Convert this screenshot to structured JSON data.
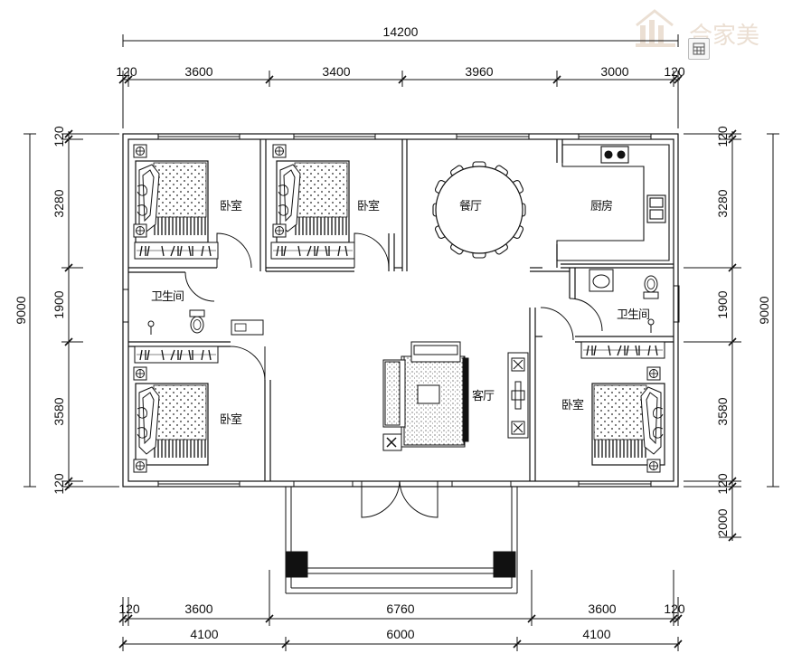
{
  "watermark": {
    "text": "合家美"
  },
  "dimensions": {
    "top_total": "14200",
    "top": [
      "120",
      "3600",
      "3400",
      "3960",
      "3000",
      "120"
    ],
    "bottom_row1": [
      "120",
      "3600",
      "6760",
      "3600",
      "120"
    ],
    "bottom_row2": [
      "4100",
      "6000",
      "4100"
    ],
    "left": [
      "120",
      "3280",
      "1900",
      "3580",
      "120"
    ],
    "left_total": "9000",
    "right": [
      "120",
      "3280",
      "1900",
      "3580",
      "120",
      "2000"
    ],
    "right_total": "9000"
  },
  "rooms": {
    "bedroom_tl": "卧室",
    "bedroom_tm": "卧室",
    "bedroom_bl": "卧室",
    "bedroom_br": "卧室",
    "dining": "餐厅",
    "kitchen": "厨房",
    "bathroom_l": "卫生间",
    "bathroom_r": "卫生间",
    "living": "客厅"
  }
}
